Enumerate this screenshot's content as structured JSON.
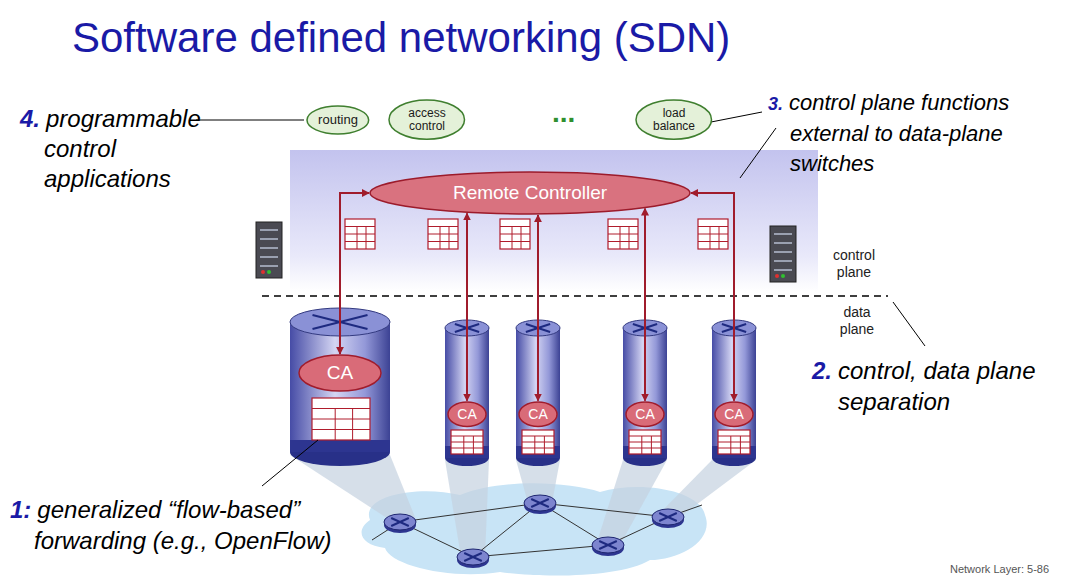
{
  "diagram": {
    "title": "Software defined networking (SDN)",
    "nodes": [
      {
        "text": [
          "routing"
        ]
      },
      {
        "text": [
          "access control"
        ]
      },
      {
        "text": [
          "load balance"
        ]
      },
      {
        "text": [
          "Remote Controller"
        ]
      },
      {
        "text": [
          "CA"
        ]
      },
      {
        "text": [
          "CA"
        ]
      },
      {
        "text": [
          "CA"
        ]
      },
      {
        "text": [
          "CA"
        ]
      },
      {
        "text": [
          "CA"
        ]
      }
    ],
    "edges": [
      {
        "from": 3,
        "to": 4,
        "arrow": "both"
      },
      {
        "from": 3,
        "to": 5,
        "arrow": "both"
      },
      {
        "from": 3,
        "to": 6,
        "arrow": "both"
      },
      {
        "from": 3,
        "to": 7,
        "arrow": "both"
      },
      {
        "from": 3,
        "to": 8,
        "arrow": "both"
      }
    ],
    "labels": [
      "4.",
      "programmable control applications",
      "...",
      "3.",
      "control plane functions external to data-plane switches",
      "control plane",
      "data plane",
      "2.",
      "control, data plane separation",
      "1:",
      "generalized “flow-based” forwarding (e.g., OpenFlow)",
      "Network Layer: 5-86"
    ]
  }
}
